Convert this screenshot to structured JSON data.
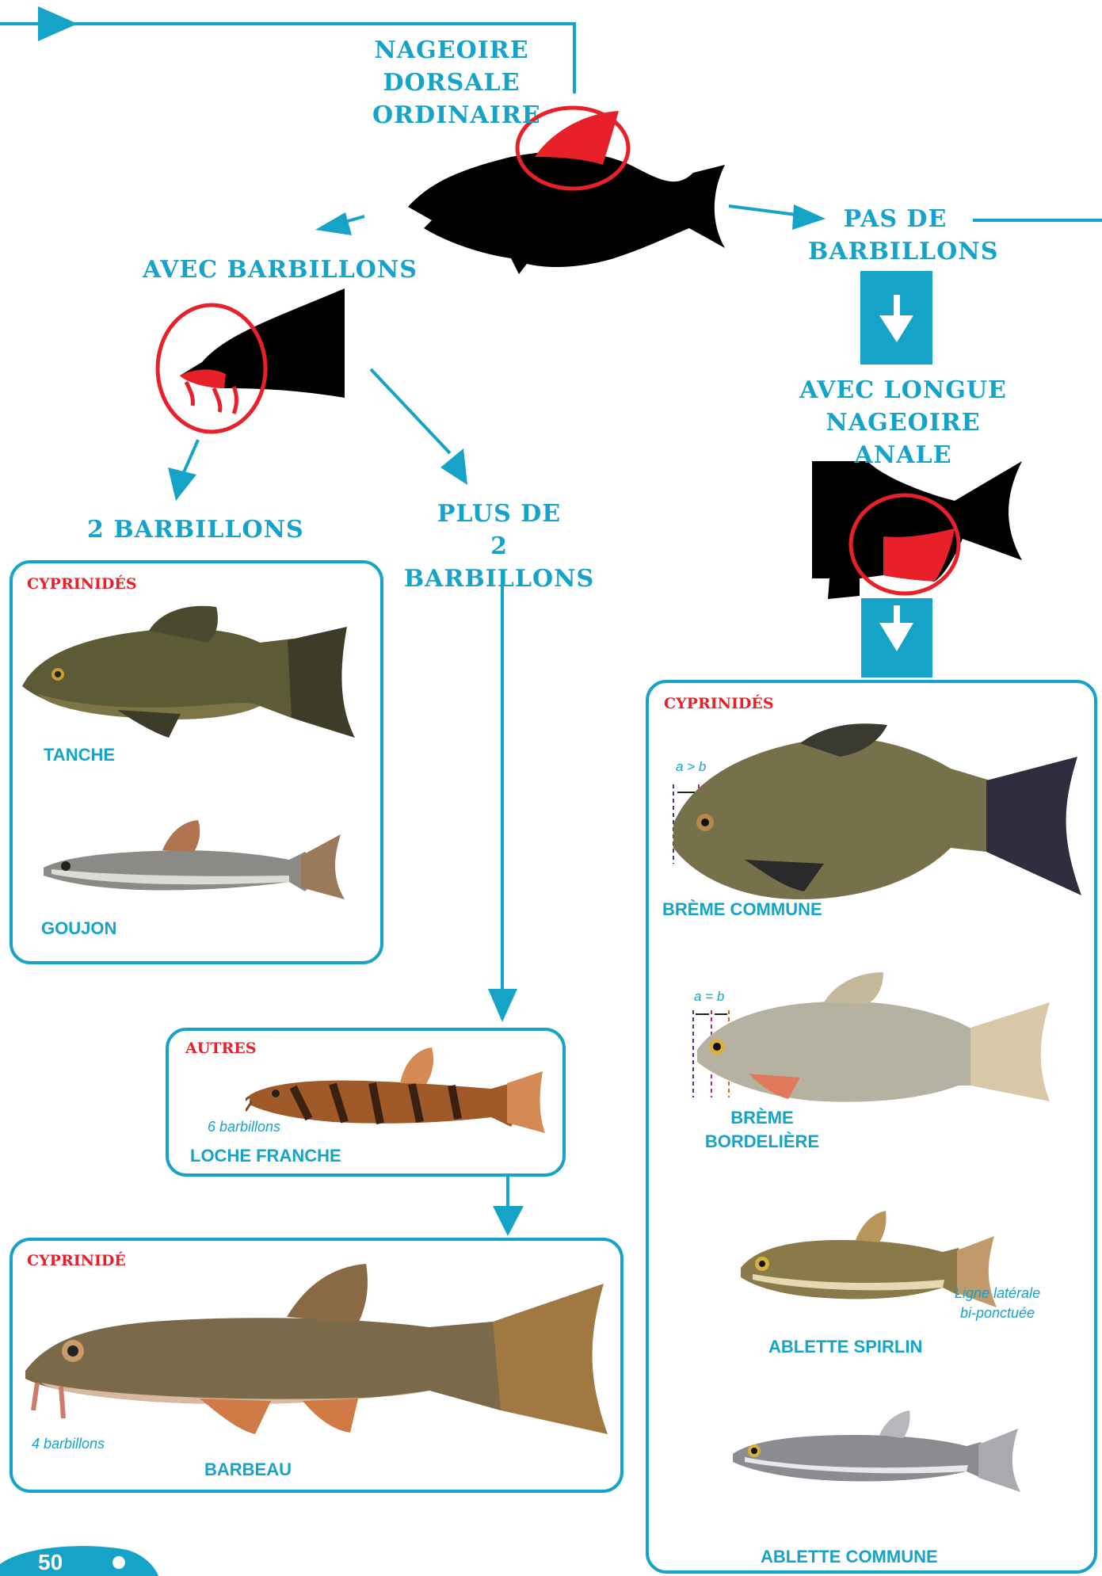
{
  "colors": {
    "accent": "#16a3c8",
    "highlight": "#e8202a",
    "silhouette": "#000000"
  },
  "nodes": {
    "dorsal": "NAGEOIRE\nDORSALE\nORDINAIRE",
    "avec_barbillons": "AVEC BARBILLONS",
    "pas_de_barbillons": "PAS DE\nBARBILLONS",
    "longue_anale": "AVEC LONGUE\nNAGEOIRE ANALE",
    "deux_barbillons": "2 BARBILLONS",
    "plus_de_deux": "PLUS DE\n2 BARBILLONS"
  },
  "panel_tanche": {
    "family": "CYPRINIDÉS",
    "fish": [
      "TANCHE",
      "GOUJON"
    ]
  },
  "panel_autres": {
    "family": "AUTRES",
    "note": "6 barbillons",
    "fish": "LOCHE FRANCHE"
  },
  "panel_barbeau": {
    "family": "CYPRINIDÉ",
    "note": "4 barbillons",
    "fish": "BARBEAU"
  },
  "panel_breme": {
    "family": "CYPRINIDÉS",
    "ratio_1": "a > b",
    "ratio_2": "a = b",
    "fish": [
      "BRÈME COMMUNE",
      "BRÈME\nBORDELIÈRE",
      "ABLETTE SPIRLIN",
      "ABLETTE COMMUNE"
    ],
    "note": "Ligne latérale\nbi-ponctuée"
  },
  "page_number": "50"
}
